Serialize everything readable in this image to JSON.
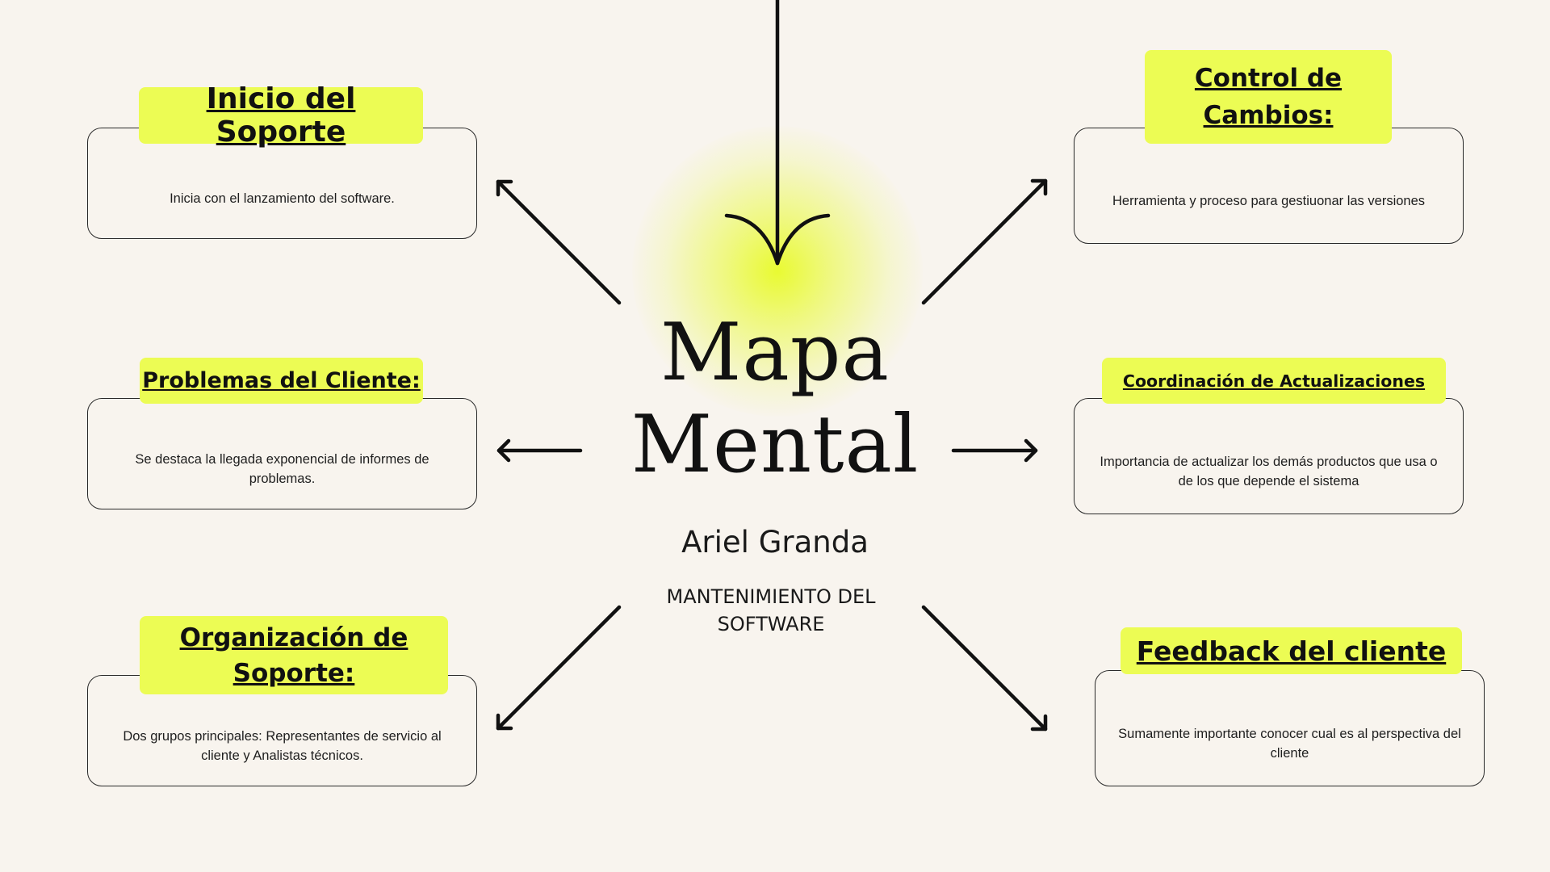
{
  "center": {
    "title_line1": "Mapa",
    "title_line2": "Mental",
    "author": "Ariel Granda",
    "subtitle": "MANTENIMIENTO DEL SOFTWARE"
  },
  "nodes": {
    "inicio": {
      "label": "Inicio del Soporte",
      "text": "Inicia con el lanzamiento del software."
    },
    "problemas": {
      "label": "Problemas del Cliente:",
      "text": "Se destaca la llegada exponencial de informes de problemas."
    },
    "organizacion": {
      "label": "Organización de Soporte: ",
      "text": "Dos grupos principales: Representantes de servicio al cliente y Analistas técnicos."
    },
    "control": {
      "label": "Control de Cambios: ",
      "text": "Herramienta y proceso para gestiuonar las versiones"
    },
    "coordinacion": {
      "label": "Coordinación de Actualizaciones",
      "text": "Importancia de actualizar los demás productos que usa o de los que depende el sistema"
    },
    "feedback": {
      "label": "Feedback del cliente",
      "text": "Sumamente importante conocer cual es al perspectiva del cliente"
    }
  },
  "colors": {
    "background": "#f8f4ee",
    "highlight": "#ecfc54",
    "ink": "#111111"
  }
}
